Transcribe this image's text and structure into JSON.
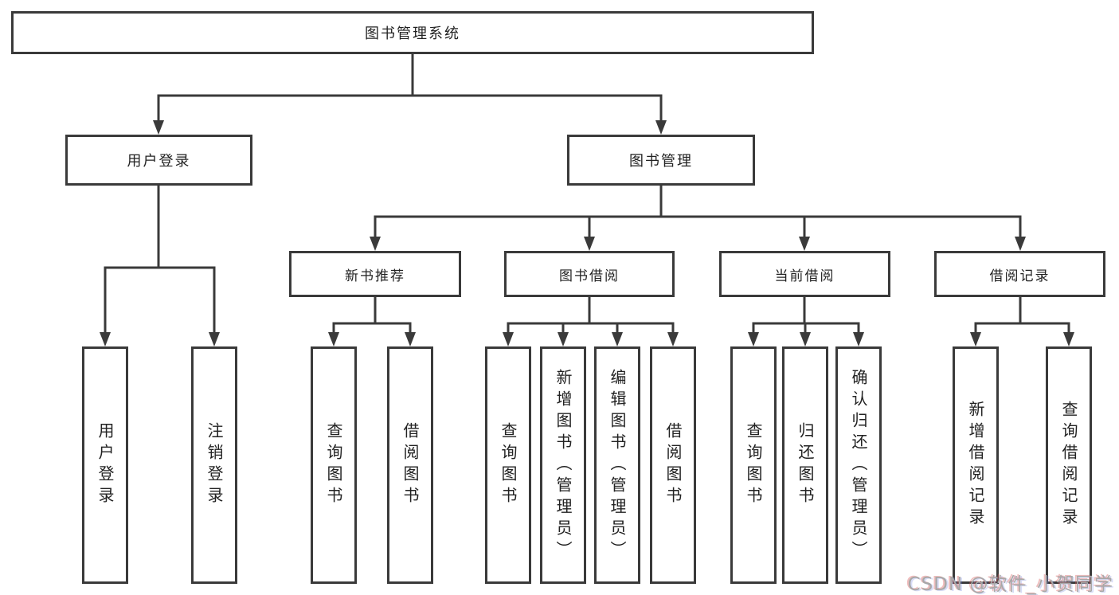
{
  "colors": {
    "line": "#3a3a3a",
    "box_border": "#3a3a3a",
    "box_fill": "#ffffff",
    "text": "#222222",
    "watermark_text": "#a8a8a8"
  },
  "diagram": {
    "root": {
      "label": "图书管理系统"
    },
    "level1": {
      "user_login": {
        "label": "用户登录"
      },
      "book_management": {
        "label": "图书管理"
      }
    },
    "level2": {
      "new_book_recommendation": {
        "label": "新书推荐"
      },
      "book_borrowing": {
        "label": "图书借阅"
      },
      "current_borrowing": {
        "label": "当前借阅"
      },
      "borrowing_records": {
        "label": "借阅记录"
      }
    },
    "leaves": {
      "user_login": [
        "用户登录",
        "注销登录"
      ],
      "new_book_recommendation": [
        "查询图书",
        "借阅图书"
      ],
      "book_borrowing": [
        "查询图书",
        "新增图书（管理员）",
        "编辑图书（管理员）",
        "借阅图书"
      ],
      "current_borrowing": [
        "查询图书",
        "归还图书",
        "确认归还（管理员）"
      ],
      "borrowing_records": [
        "新增借阅记录",
        "查询借阅记录"
      ]
    }
  },
  "watermark": {
    "text": "CSDN @软件_小贺同学"
  }
}
